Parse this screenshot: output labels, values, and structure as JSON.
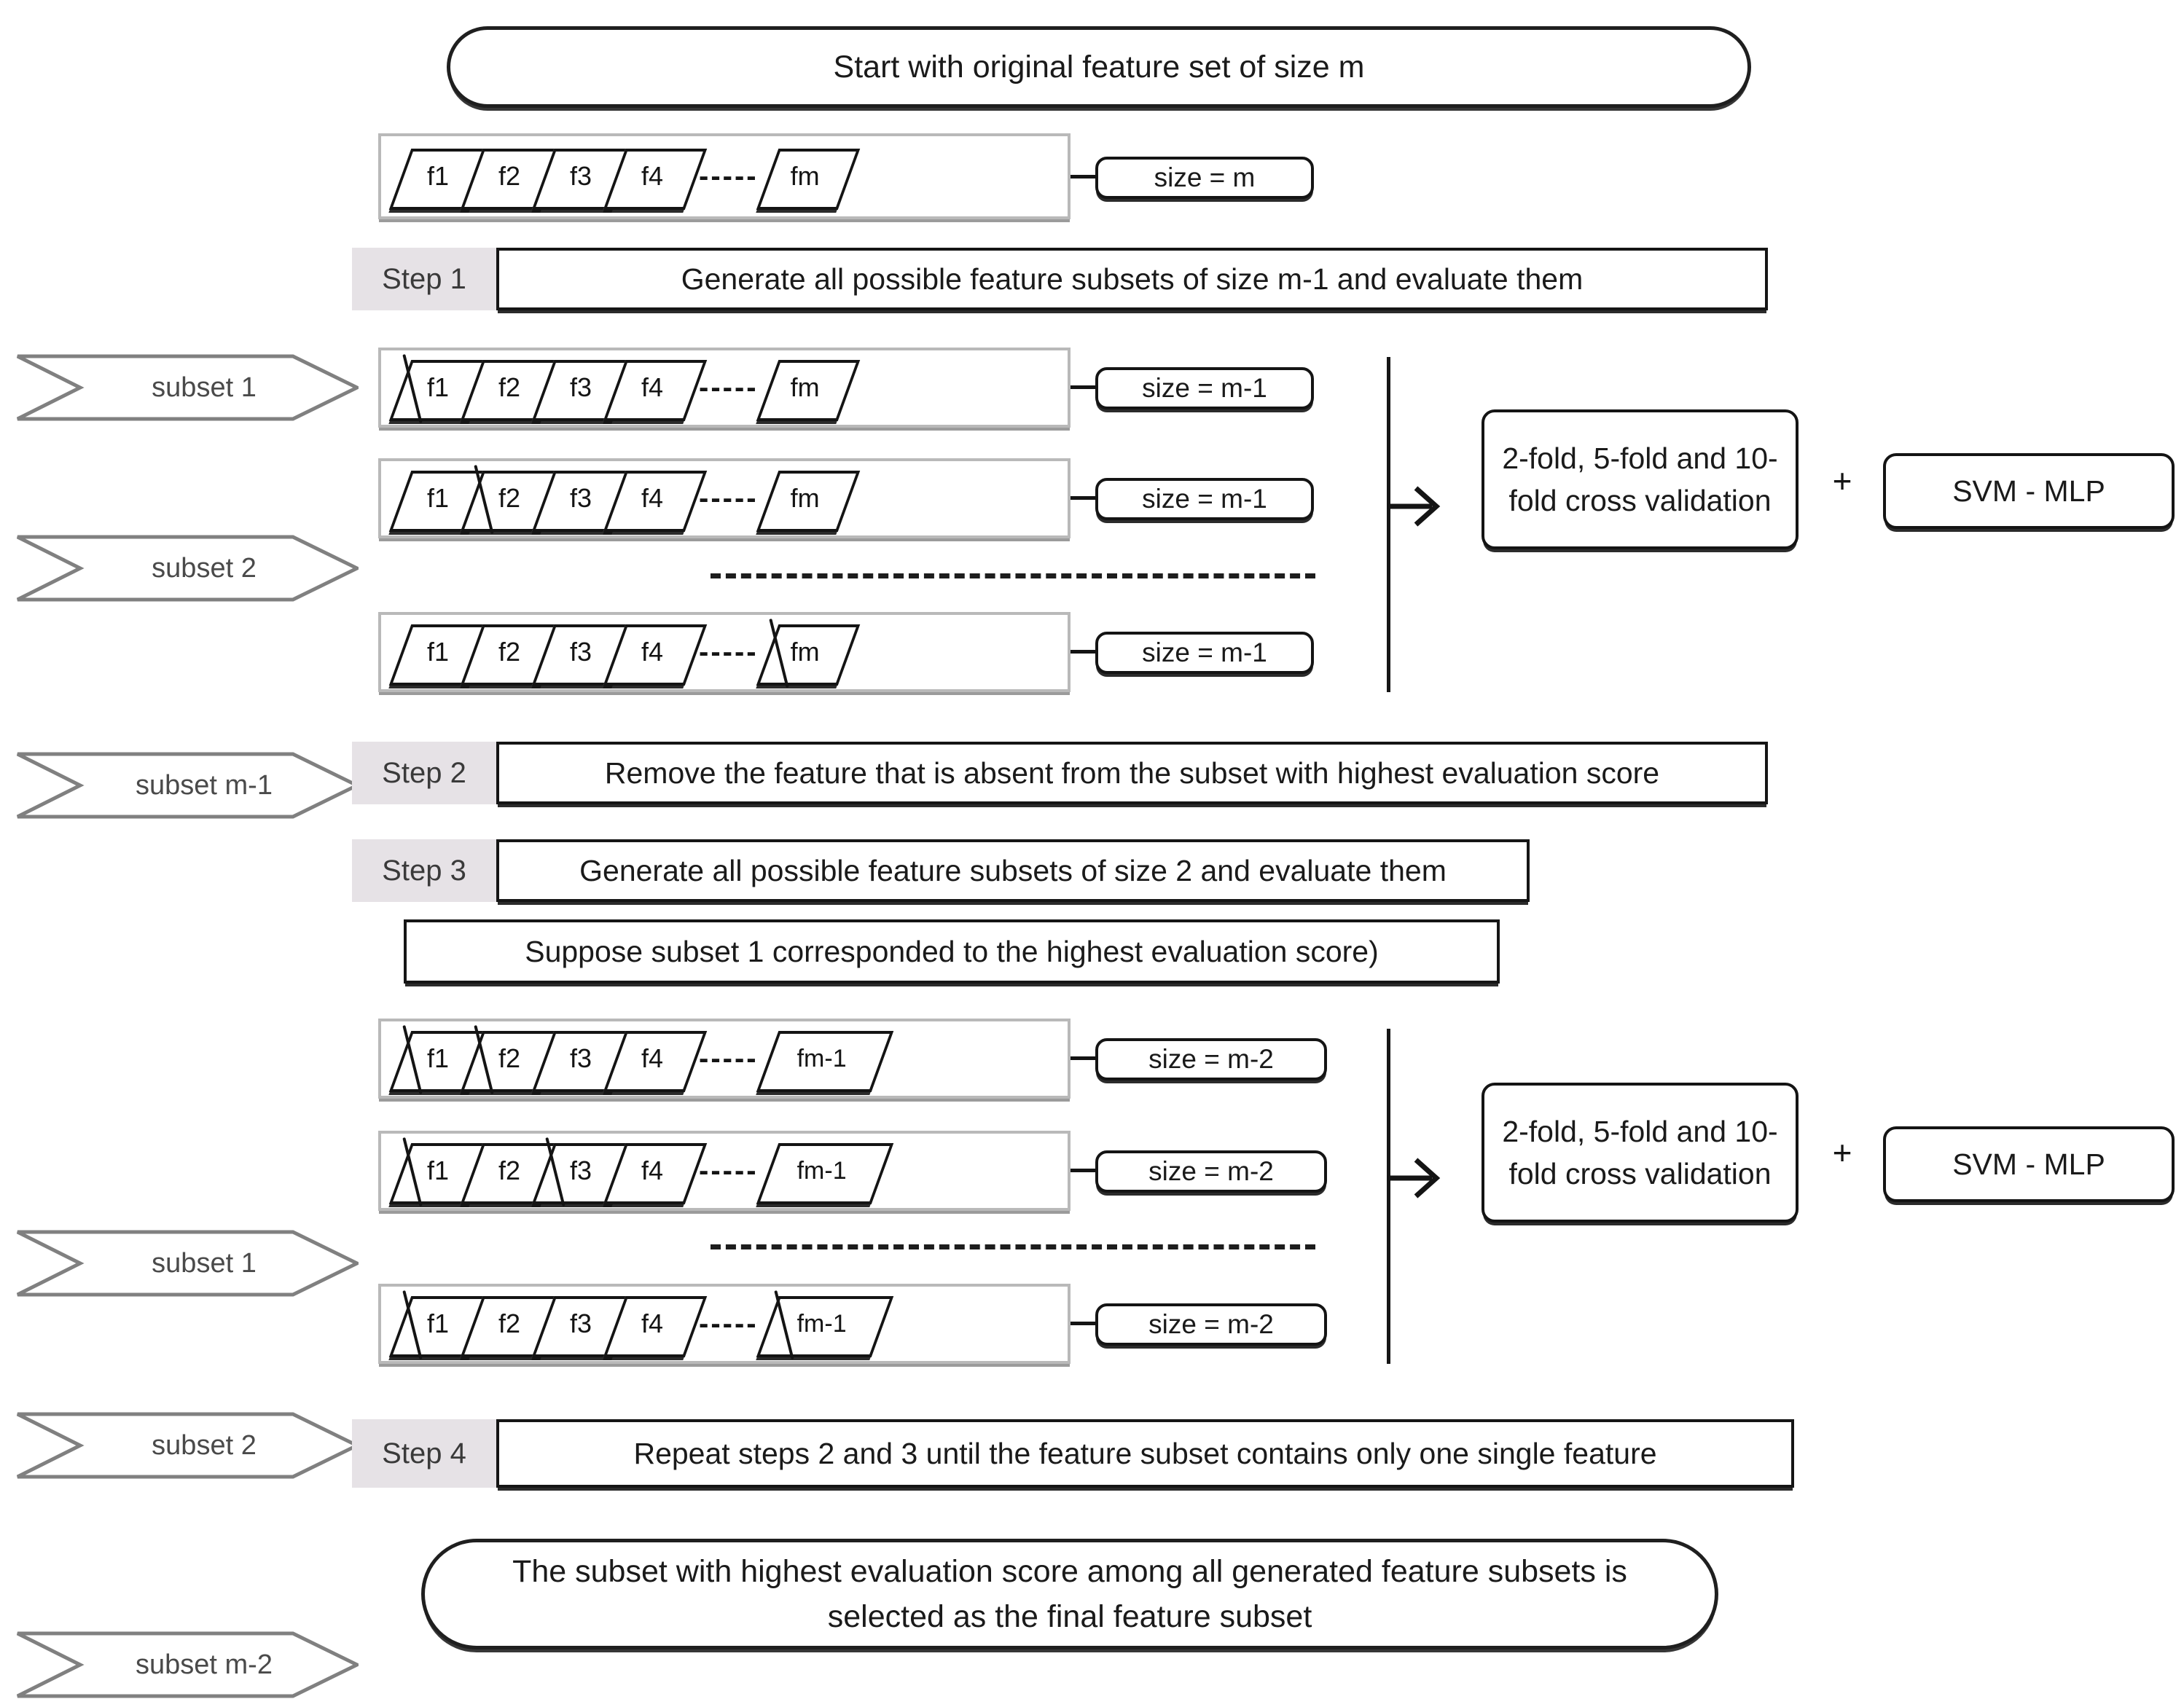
{
  "diagram": {
    "title_box": "Start with original feature set of size m",
    "final_box": "The subset with highest evaluation score among all generated feature subsets is selected as the final feature subset",
    "note_box": "Suppose subset 1 corresponded to the highest evaluation score)",
    "dots_glyph": "-----",
    "plus_glyph": "+",
    "colors": {
      "ink": "#141414",
      "strip_border": "#b9b9b9",
      "step_tag_bg": "#e6e2e6",
      "chevron_stroke": "#808080",
      "chevron_text": "#4a4a4a"
    }
  },
  "original_row": {
    "features": [
      {
        "label": "f1",
        "struck": false
      },
      {
        "label": "f2",
        "struck": false
      },
      {
        "label": "f3",
        "struck": false
      },
      {
        "label": "f4",
        "struck": false
      },
      {
        "label": "fm",
        "struck": false,
        "after_dots": true
      }
    ],
    "size_label": "size = m"
  },
  "steps": [
    {
      "tag": "Step 1",
      "text": "Generate all possible feature subsets of size m-1 and evaluate them"
    },
    {
      "tag": "Step 2",
      "text": "Remove the feature that is absent from the subset with highest evaluation score"
    },
    {
      "tag": "Step 3",
      "text": "Generate all possible feature subsets of size 2 and evaluate them"
    },
    {
      "tag": "Step 4",
      "text": "Repeat steps 2 and 3 until the feature subset contains only one single feature"
    }
  ],
  "group1": {
    "size_label": "size = m-1",
    "rows": [
      {
        "subset_label": "subset 1",
        "features": [
          {
            "label": "f1",
            "struck": true
          },
          {
            "label": "f2",
            "struck": false
          },
          {
            "label": "f3",
            "struck": false
          },
          {
            "label": "f4",
            "struck": false
          },
          {
            "label": "fm",
            "struck": false,
            "after_dots": true
          }
        ],
        "size_label": "size = m-1"
      },
      {
        "subset_label": "subset 2",
        "features": [
          {
            "label": "f1",
            "struck": false
          },
          {
            "label": "f2",
            "struck": true
          },
          {
            "label": "f3",
            "struck": false
          },
          {
            "label": "f4",
            "struck": false
          },
          {
            "label": "fm",
            "struck": false,
            "after_dots": true
          }
        ],
        "size_label": "size = m-1"
      },
      {
        "subset_label": "subset m-1",
        "features": [
          {
            "label": "f1",
            "struck": false
          },
          {
            "label": "f2",
            "struck": false
          },
          {
            "label": "f3",
            "struck": false
          },
          {
            "label": "f4",
            "struck": false
          },
          {
            "label": "fm",
            "struck": true,
            "after_dots": true
          }
        ],
        "size_label": "size = m-1"
      }
    ],
    "evaluation": {
      "cross_validation": "2-fold, 5-fold and 10-fold cross validation",
      "classifier": "SVM - MLP"
    }
  },
  "group2": {
    "size_label": "size = m-2",
    "rows": [
      {
        "subset_label": "subset 1",
        "features": [
          {
            "label": "f1",
            "struck": true
          },
          {
            "label": "f2",
            "struck": true
          },
          {
            "label": "f3",
            "struck": false
          },
          {
            "label": "f4",
            "struck": false
          },
          {
            "label": "fm-1",
            "struck": false,
            "after_dots": true
          }
        ],
        "size_label": "size = m-2"
      },
      {
        "subset_label": "subset 2",
        "features": [
          {
            "label": "f1",
            "struck": true
          },
          {
            "label": "f2",
            "struck": false
          },
          {
            "label": "f3",
            "struck": true
          },
          {
            "label": "f4",
            "struck": false
          },
          {
            "label": "fm-1",
            "struck": false,
            "after_dots": true
          }
        ],
        "size_label": "size = m-2"
      },
      {
        "subset_label": "subset m-2",
        "features": [
          {
            "label": "f1",
            "struck": true
          },
          {
            "label": "f2",
            "struck": false
          },
          {
            "label": "f3",
            "struck": false
          },
          {
            "label": "f4",
            "struck": false
          },
          {
            "label": "fm-1",
            "struck": true,
            "after_dots": true
          }
        ],
        "size_label": "size = m-2"
      }
    ],
    "evaluation": {
      "cross_validation": "2-fold, 5-fold and 10-fold cross validation",
      "classifier": "SVM - MLP"
    }
  }
}
